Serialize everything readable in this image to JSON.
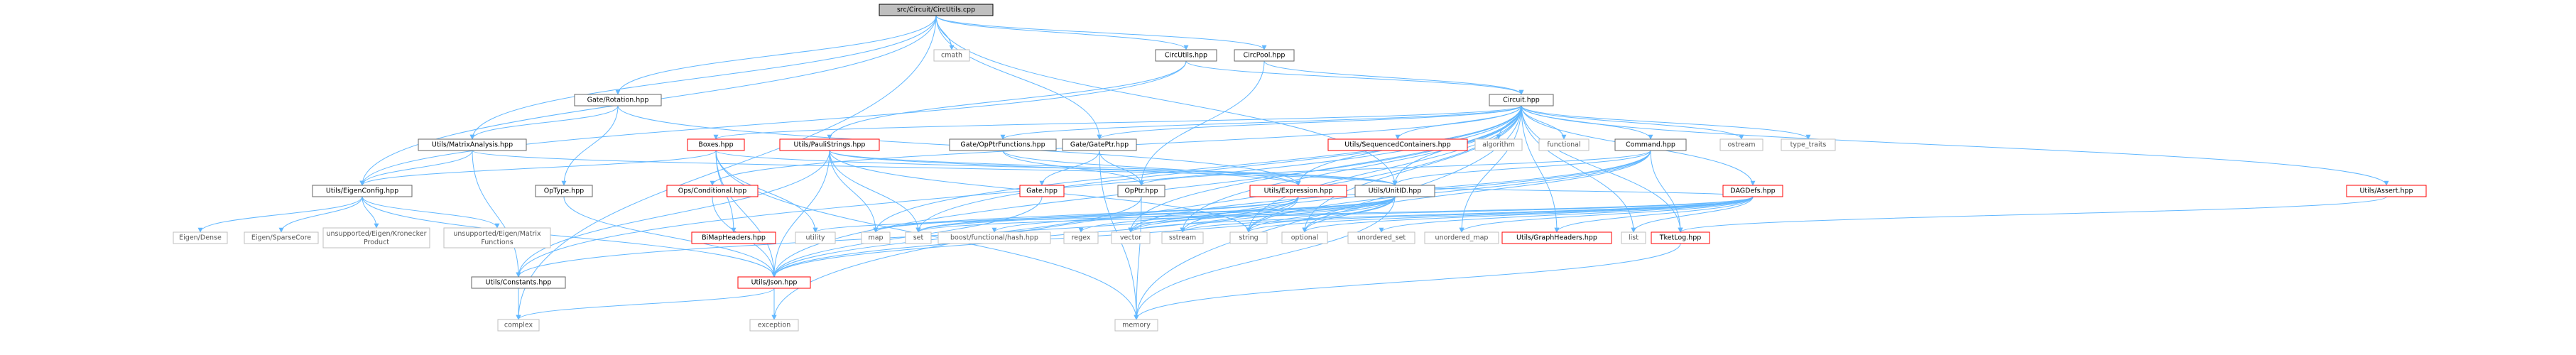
{
  "graph": {
    "colors": {
      "edge": "#63b8ff",
      "edge_dark": "#404040",
      "node_border": "#666666",
      "node_fill": "#ffffff",
      "root_fill": "#bfbfbf",
      "truncated_border": "#ff0000",
      "external_border": "#bfbfbf",
      "external_text": "#555555"
    },
    "nodes": [
      {
        "id": "root",
        "label": "src/Circuit/CircUtils.cpp",
        "kind": "root"
      },
      {
        "id": "cmath",
        "label": "cmath",
        "kind": "external"
      },
      {
        "id": "circutils_hpp",
        "label": "CircUtils.hpp",
        "kind": "normal"
      },
      {
        "id": "circpool_hpp",
        "label": "CircPool.hpp",
        "kind": "normal"
      },
      {
        "id": "gate_rotation",
        "label": "Gate/Rotation.hpp",
        "kind": "normal"
      },
      {
        "id": "circuit_hpp",
        "label": "Circuit.hpp",
        "kind": "normal"
      },
      {
        "id": "utils_matrix",
        "label": "Utils/MatrixAnalysis.hpp",
        "kind": "normal"
      },
      {
        "id": "boxes",
        "label": "Boxes.hpp",
        "kind": "truncated"
      },
      {
        "id": "utils_pauli",
        "label": "Utils/PauliStrings.hpp",
        "kind": "truncated"
      },
      {
        "id": "gate_opptrfn",
        "label": "Gate/OpPtrFunctions.hpp",
        "kind": "normal"
      },
      {
        "id": "gate_gateptr",
        "label": "Gate/GatePtr.hpp",
        "kind": "normal"
      },
      {
        "id": "utils_seq",
        "label": "Utils/SequencedContainers.hpp",
        "kind": "truncated"
      },
      {
        "id": "algorithm",
        "label": "algorithm",
        "kind": "external"
      },
      {
        "id": "functional",
        "label": "functional",
        "kind": "external"
      },
      {
        "id": "command_hpp",
        "label": "Command.hpp",
        "kind": "normal"
      },
      {
        "id": "ostream",
        "label": "ostream",
        "kind": "external"
      },
      {
        "id": "type_traits",
        "label": "type_traits",
        "kind": "external"
      },
      {
        "id": "utils_assert",
        "label": "Utils/Assert.hpp",
        "kind": "truncated"
      },
      {
        "id": "utils_eigen",
        "label": "Utils/EigenConfig.hpp",
        "kind": "normal"
      },
      {
        "id": "optype",
        "label": "OpType.hpp",
        "kind": "normal"
      },
      {
        "id": "ops_conditional",
        "label": "Ops/Conditional.hpp",
        "kind": "truncated"
      },
      {
        "id": "gate_hpp",
        "label": "Gate.hpp",
        "kind": "truncated"
      },
      {
        "id": "opptr_hpp",
        "label": "OpPtr.hpp",
        "kind": "normal"
      },
      {
        "id": "utils_expr",
        "label": "Utils/Expression.hpp",
        "kind": "truncated"
      },
      {
        "id": "utils_unitid",
        "label": "Utils/UnitID.hpp",
        "kind": "normal"
      },
      {
        "id": "dagdefs",
        "label": "DAGDefs.hpp",
        "kind": "truncated"
      },
      {
        "id": "eigen_dense",
        "label": "Eigen/Dense",
        "kind": "external"
      },
      {
        "id": "eigen_sparse",
        "label": "Eigen/SparseCore",
        "kind": "external"
      },
      {
        "id": "eigen_kron",
        "label": "unsupported/Eigen/Kronecker\nProduct",
        "kind": "external"
      },
      {
        "id": "eigen_matfn",
        "label": "unsupported/Eigen/Matrix\nFunctions",
        "kind": "external"
      },
      {
        "id": "utils_constants",
        "label": "Utils/Constants.hpp",
        "kind": "normal"
      },
      {
        "id": "utils_json",
        "label": "Utils/Json.hpp",
        "kind": "truncated"
      },
      {
        "id": "bimap",
        "label": "BiMapHeaders.hpp",
        "kind": "truncated"
      },
      {
        "id": "utility",
        "label": "utility",
        "kind": "external"
      },
      {
        "id": "map",
        "label": "map",
        "kind": "external"
      },
      {
        "id": "set",
        "label": "set",
        "kind": "external"
      },
      {
        "id": "boost_hash",
        "label": "boost/functional/hash.hpp",
        "kind": "external"
      },
      {
        "id": "regex",
        "label": "regex",
        "kind": "external"
      },
      {
        "id": "vector",
        "label": "vector",
        "kind": "external"
      },
      {
        "id": "sstream",
        "label": "sstream",
        "kind": "external"
      },
      {
        "id": "string",
        "label": "string",
        "kind": "external"
      },
      {
        "id": "optional",
        "label": "optional",
        "kind": "external"
      },
      {
        "id": "unordered_set",
        "label": "unordered_set",
        "kind": "external"
      },
      {
        "id": "unordered_map",
        "label": "unordered_map",
        "kind": "external"
      },
      {
        "id": "utils_graphheaders",
        "label": "Utils/GraphHeaders.hpp",
        "kind": "truncated"
      },
      {
        "id": "list",
        "label": "list",
        "kind": "external"
      },
      {
        "id": "tketlog",
        "label": "TketLog.hpp",
        "kind": "truncated"
      },
      {
        "id": "complex",
        "label": "complex",
        "kind": "external"
      },
      {
        "id": "exception",
        "label": "exception",
        "kind": "external"
      },
      {
        "id": "memory",
        "label": "memory",
        "kind": "external"
      }
    ],
    "edges": [
      [
        "root",
        "cmath"
      ],
      [
        "root",
        "circutils_hpp"
      ],
      [
        "root",
        "circpool_hpp"
      ],
      [
        "root",
        "gate_rotation"
      ],
      [
        "root",
        "utils_matrix"
      ],
      [
        "root",
        "utils_eigen"
      ],
      [
        "root",
        "gate_gateptr"
      ],
      [
        "root",
        "utils_unitid"
      ],
      [
        "root",
        "complex"
      ],
      [
        "circutils_hpp",
        "circuit_hpp"
      ],
      [
        "circutils_hpp",
        "utils_pauli"
      ],
      [
        "circutils_hpp",
        "utils_eigen"
      ],
      [
        "circpool_hpp",
        "circuit_hpp"
      ],
      [
        "circpool_hpp",
        "opptr_hpp"
      ],
      [
        "gate_rotation",
        "utils_matrix"
      ],
      [
        "gate_rotation",
        "optype"
      ],
      [
        "gate_rotation",
        "utils_expr"
      ],
      [
        "circuit_hpp",
        "boxes"
      ],
      [
        "circuit_hpp",
        "gate_opptrfn"
      ],
      [
        "circuit_hpp",
        "gate_gateptr"
      ],
      [
        "circuit_hpp",
        "utils_seq"
      ],
      [
        "circuit_hpp",
        "algorithm"
      ],
      [
        "circuit_hpp",
        "functional"
      ],
      [
        "circuit_hpp",
        "command_hpp"
      ],
      [
        "circuit_hpp",
        "ostream"
      ],
      [
        "circuit_hpp",
        "type_traits"
      ],
      [
        "circuit_hpp",
        "utils_assert"
      ],
      [
        "circuit_hpp",
        "dagdefs"
      ],
      [
        "circuit_hpp",
        "utils_unitid"
      ],
      [
        "circuit_hpp",
        "ops_conditional"
      ],
      [
        "circuit_hpp",
        "utils_constants"
      ],
      [
        "circuit_hpp",
        "utils_json"
      ],
      [
        "circuit_hpp",
        "utils_expr"
      ],
      [
        "circuit_hpp",
        "tketlog"
      ],
      [
        "circuit_hpp",
        "utils_graphheaders"
      ],
      [
        "circuit_hpp",
        "map"
      ],
      [
        "circuit_hpp",
        "set"
      ],
      [
        "circuit_hpp",
        "vector"
      ],
      [
        "circuit_hpp",
        "sstream"
      ],
      [
        "circuit_hpp",
        "string"
      ],
      [
        "circuit_hpp",
        "optional"
      ],
      [
        "circuit_hpp",
        "unordered_map"
      ],
      [
        "circuit_hpp",
        "list"
      ],
      [
        "circuit_hpp",
        "memory"
      ],
      [
        "circuit_hpp",
        "exception"
      ],
      [
        "utils_matrix",
        "utils_eigen"
      ],
      [
        "utils_matrix",
        "utils_constants"
      ],
      [
        "utils_matrix",
        "utils_unitid"
      ],
      [
        "boxes",
        "utils_eigen"
      ],
      [
        "boxes",
        "utils_json"
      ],
      [
        "boxes",
        "utils_unitid"
      ],
      [
        "boxes",
        "bimap"
      ],
      [
        "boxes",
        "utility"
      ],
      [
        "boxes",
        "memory"
      ],
      [
        "utils_pauli",
        "utils_constants"
      ],
      [
        "utils_pauli",
        "utils_json"
      ],
      [
        "utils_pauli",
        "utils_unitid"
      ],
      [
        "utils_pauli",
        "utils_expr"
      ],
      [
        "utils_pauli",
        "map"
      ],
      [
        "utils_pauli",
        "set"
      ],
      [
        "utils_pauli",
        "string"
      ],
      [
        "gate_opptrfn",
        "opptr_hpp"
      ],
      [
        "gate_opptrfn",
        "utils_expr"
      ],
      [
        "gate_gateptr",
        "gate_hpp"
      ],
      [
        "gate_gateptr",
        "opptr_hpp"
      ],
      [
        "gate_gateptr",
        "memory"
      ],
      [
        "command_hpp",
        "opptr_hpp"
      ],
      [
        "command_hpp",
        "utils_unitid"
      ],
      [
        "command_hpp",
        "string"
      ],
      [
        "command_hpp",
        "optional"
      ],
      [
        "command_hpp",
        "sstream"
      ],
      [
        "command_hpp",
        "vector"
      ],
      [
        "command_hpp",
        "tketlog"
      ],
      [
        "utils_assert",
        "tketlog"
      ],
      [
        "utils_eigen",
        "eigen_dense"
      ],
      [
        "utils_eigen",
        "eigen_sparse"
      ],
      [
        "utils_eigen",
        "eigen_kron"
      ],
      [
        "utils_eigen",
        "eigen_matfn"
      ],
      [
        "utils_eigen",
        "utils_json"
      ],
      [
        "optype",
        "utils_json"
      ],
      [
        "ops_conditional",
        "utils_json"
      ],
      [
        "gate_hpp",
        "utils_json"
      ],
      [
        "opptr_hpp",
        "utils_json"
      ],
      [
        "opptr_hpp",
        "memory"
      ],
      [
        "utils_expr",
        "utils_json"
      ],
      [
        "utils_expr",
        "utils_constants"
      ],
      [
        "utils_expr",
        "map"
      ],
      [
        "utils_expr",
        "set"
      ],
      [
        "utils_expr",
        "string"
      ],
      [
        "utils_expr",
        "vector"
      ],
      [
        "utils_unitid",
        "utils_json"
      ],
      [
        "utils_unitid",
        "boost_hash"
      ],
      [
        "utils_unitid",
        "regex"
      ],
      [
        "utils_unitid",
        "vector"
      ],
      [
        "utils_unitid",
        "sstream"
      ],
      [
        "utils_unitid",
        "string"
      ],
      [
        "utils_unitid",
        "optional"
      ],
      [
        "utils_unitid",
        "map"
      ],
      [
        "utils_unitid",
        "set"
      ],
      [
        "utils_unitid",
        "memory"
      ],
      [
        "dagdefs",
        "utils_unitid"
      ],
      [
        "dagdefs",
        "utils_graphheaders"
      ],
      [
        "dagdefs",
        "unordered_set"
      ],
      [
        "dagdefs",
        "unordered_map"
      ],
      [
        "dagdefs",
        "optional"
      ],
      [
        "dagdefs",
        "string"
      ],
      [
        "dagdefs",
        "vector"
      ],
      [
        "dagdefs",
        "list"
      ],
      [
        "dagdefs",
        "set"
      ],
      [
        "dagdefs",
        "utility"
      ],
      [
        "dagdefs",
        "sstream"
      ],
      [
        "utils_constants",
        "complex"
      ],
      [
        "utils_json",
        "complex"
      ],
      [
        "utils_json",
        "exception"
      ],
      [
        "tketlog",
        "memory"
      ]
    ]
  }
}
